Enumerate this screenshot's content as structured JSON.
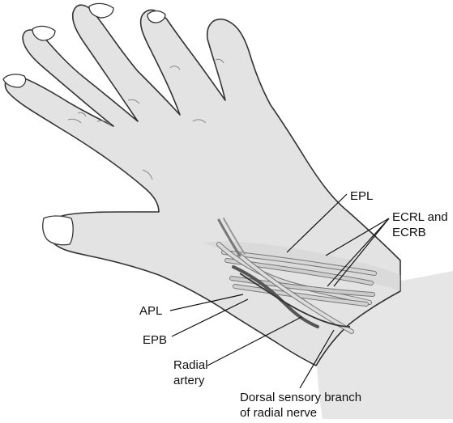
{
  "labels": {
    "epl": "EPL",
    "ecrl_line1": "ECRL and",
    "ecrl_line2": "ECRB",
    "apl": "APL",
    "epb": "EPB",
    "radial_line1": "Radial",
    "radial_line2": "artery",
    "dorsal_line1": "Dorsal sensory branch",
    "dorsal_line2": "of radial nerve"
  },
  "colors": {
    "skin": "#e3e3e3",
    "skin_shade": "#cfcfcf",
    "outline": "#333333",
    "tendon": "#d0d0d0",
    "tendon_dark": "#a8a8a8",
    "artery": "#555555",
    "leader": "#111111"
  }
}
